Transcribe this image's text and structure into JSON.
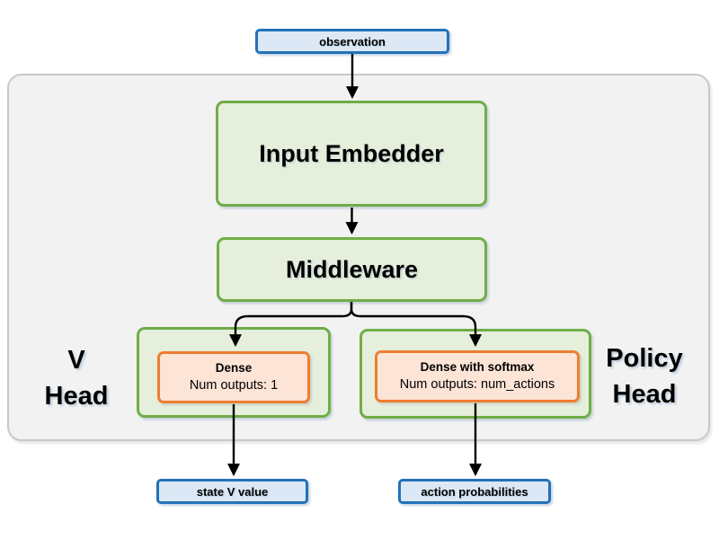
{
  "nodes": {
    "observation": {
      "label": "observation"
    },
    "input_embedder": {
      "label": "Input Embedder"
    },
    "middleware": {
      "label": "Middleware"
    },
    "v_head": {
      "group_label_line1": "V",
      "group_label_line2": "Head",
      "layer_title": "Dense",
      "layer_detail": "Num outputs: 1"
    },
    "policy_head": {
      "group_label_line1": "Policy",
      "group_label_line2": "Head",
      "layer_title": "Dense with softmax",
      "layer_detail": "Num outputs: num_actions"
    },
    "state_v_value": {
      "label": "state V value"
    },
    "action_probabilities": {
      "label": "action probabilities"
    }
  },
  "colors": {
    "io-fill": "#dce8f5",
    "io-border": "#2272b9",
    "block-fill": "#e5efdc",
    "block-border": "#70ad47",
    "layer-fill": "#fce4d6",
    "layer-border": "#ed7d31",
    "container-fill": "#f2f2f2",
    "container-border": "#c9c9c9",
    "arrow": "#000000"
  }
}
